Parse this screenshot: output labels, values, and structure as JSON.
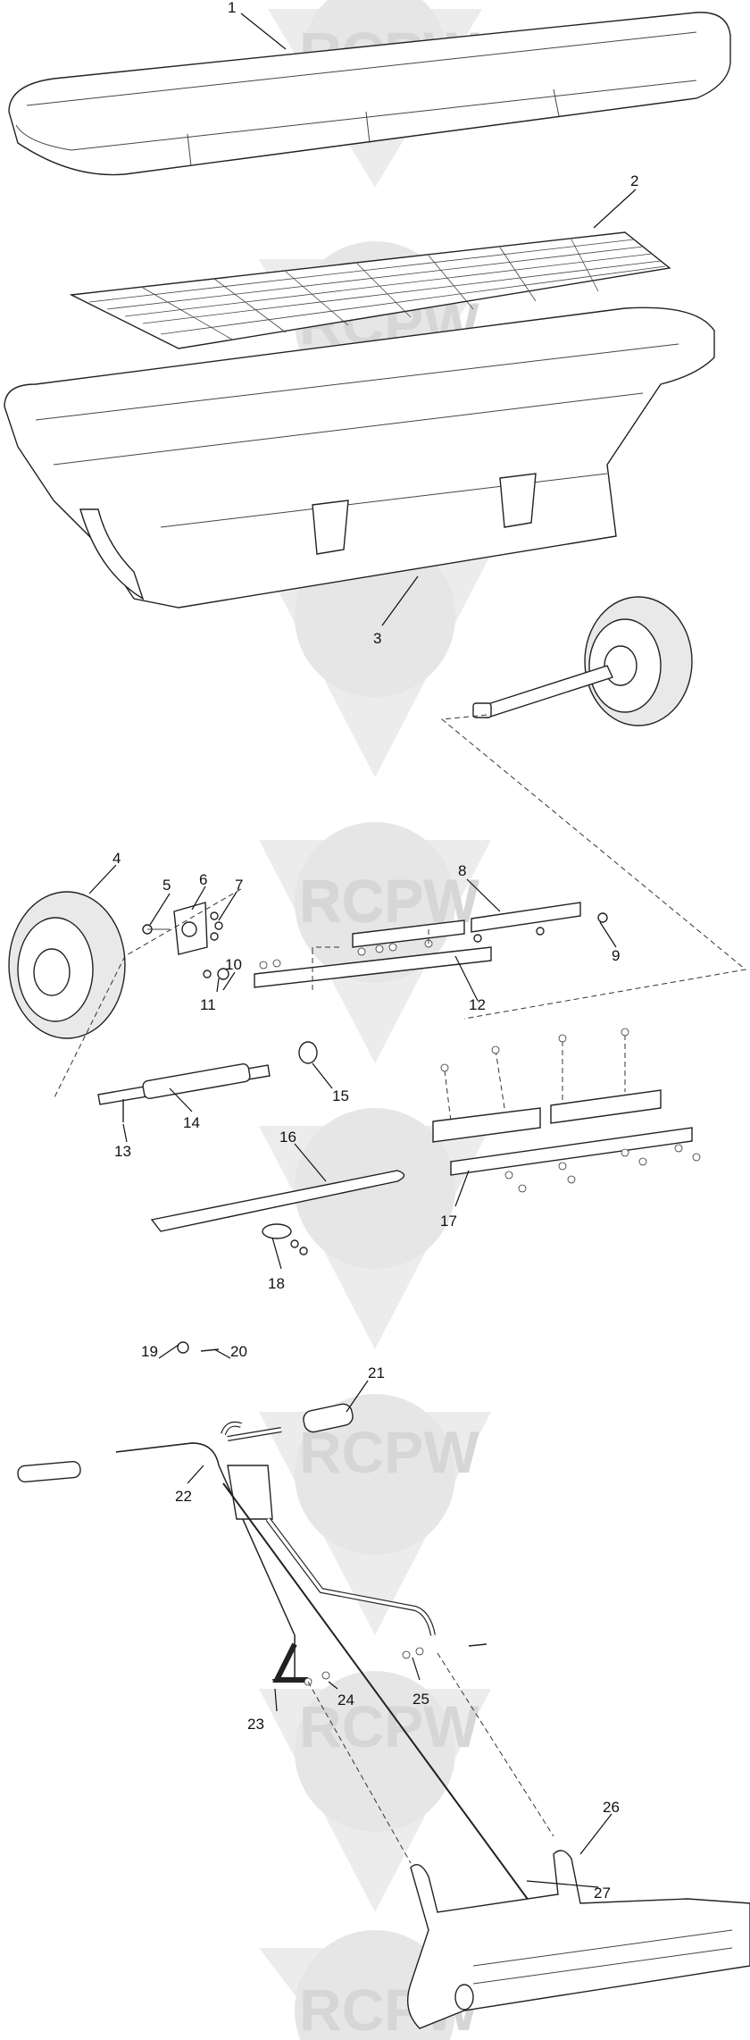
{
  "watermark": {
    "text": "RCPW",
    "color": "#d6d6d6"
  },
  "callouts": [
    {
      "id": "1",
      "label": "1"
    },
    {
      "id": "2",
      "label": "2"
    },
    {
      "id": "3",
      "label": "3"
    },
    {
      "id": "4",
      "label": "4"
    },
    {
      "id": "5",
      "label": "5"
    },
    {
      "id": "6",
      "label": "6"
    },
    {
      "id": "7",
      "label": "7"
    },
    {
      "id": "8",
      "label": "8"
    },
    {
      "id": "9",
      "label": "9"
    },
    {
      "id": "10",
      "label": "10"
    },
    {
      "id": "11",
      "label": "11"
    },
    {
      "id": "12",
      "label": "12"
    },
    {
      "id": "13",
      "label": "13"
    },
    {
      "id": "14",
      "label": "14"
    },
    {
      "id": "15",
      "label": "15"
    },
    {
      "id": "16",
      "label": "16"
    },
    {
      "id": "17",
      "label": "17"
    },
    {
      "id": "18",
      "label": "18"
    },
    {
      "id": "19",
      "label": "19"
    },
    {
      "id": "20",
      "label": "20"
    },
    {
      "id": "21",
      "label": "21"
    },
    {
      "id": "22",
      "label": "22"
    },
    {
      "id": "23",
      "label": "23"
    },
    {
      "id": "24",
      "label": "24"
    },
    {
      "id": "25",
      "label": "25"
    },
    {
      "id": "26",
      "label": "26"
    },
    {
      "id": "27",
      "label": "27"
    }
  ]
}
